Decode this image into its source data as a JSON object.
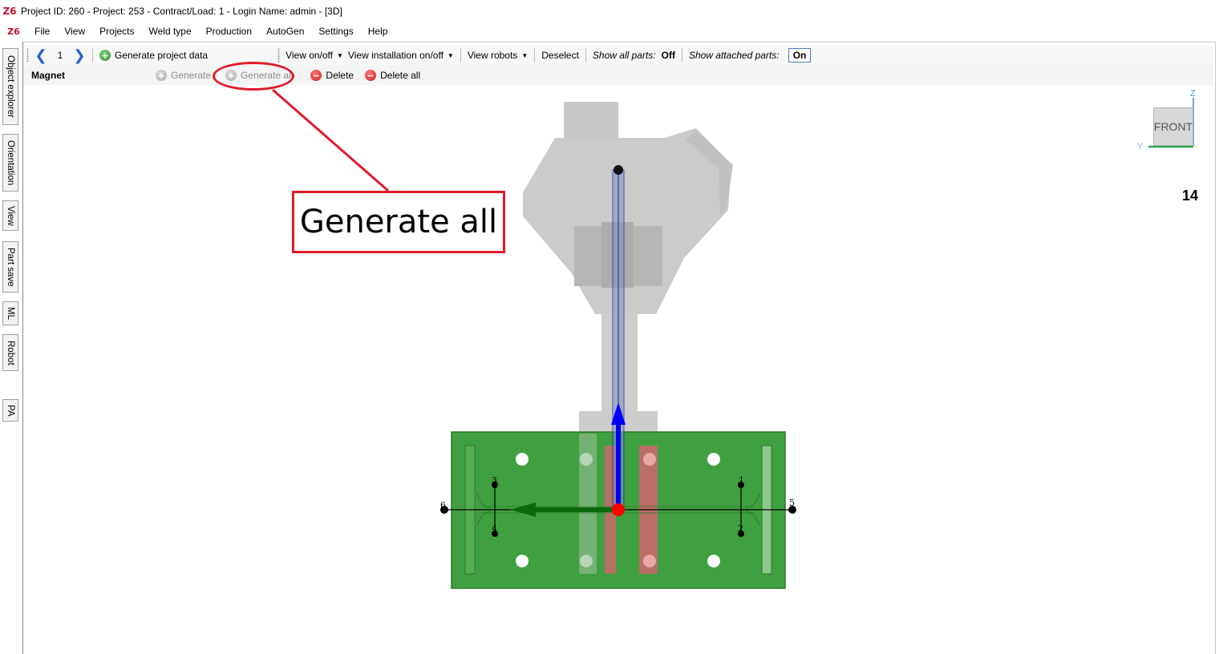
{
  "window": {
    "title": "Project ID: 260 - Project: 253 - Contract/Load: 1 - Login Name: admin - [3D]",
    "logo": "Z6"
  },
  "menu": {
    "items": [
      "File",
      "View",
      "Projects",
      "Weld type",
      "Production",
      "AutoGen",
      "Settings",
      "Help"
    ]
  },
  "side_tabs": [
    "Object explorer",
    "Orientation",
    "View",
    "Part save",
    "ML",
    "Robot",
    "PA"
  ],
  "toolbar1": {
    "prev_icon": "chevron-left-icon",
    "page": "1",
    "next_icon": "chevron-right-icon",
    "generate_project_data": "Generate project data",
    "view_onoff": "View on/off",
    "view_installation_onoff": "View installation on/off",
    "view_robots": "View robots",
    "deselect": "Deselect",
    "show_all_parts_label": "Show all parts:",
    "show_all_parts_value": "Off",
    "show_attached_parts_label": "Show attached parts:",
    "show_attached_parts_value": "On"
  },
  "toolbar2": {
    "section": "Magnet",
    "generate": "Generate",
    "generate_all": "Generate all",
    "delete": "Delete",
    "delete_all": "Delete all"
  },
  "callout": {
    "text": "Generate all",
    "color": "#e11b2a"
  },
  "viewport": {
    "cube_face": "FRONT",
    "axis_z": "Z",
    "axis_y": "Y",
    "count": "14",
    "markers": [
      "1",
      "2",
      "3",
      "4",
      "5",
      "6"
    ],
    "colors": {
      "magnet_plate": "#3fa03f",
      "robot_body": "#c9c9c9",
      "z_axis": "#0000ff",
      "y_axis": "#0a6a0a",
      "origin": "#ff0000",
      "pads": "#c9686b"
    }
  }
}
